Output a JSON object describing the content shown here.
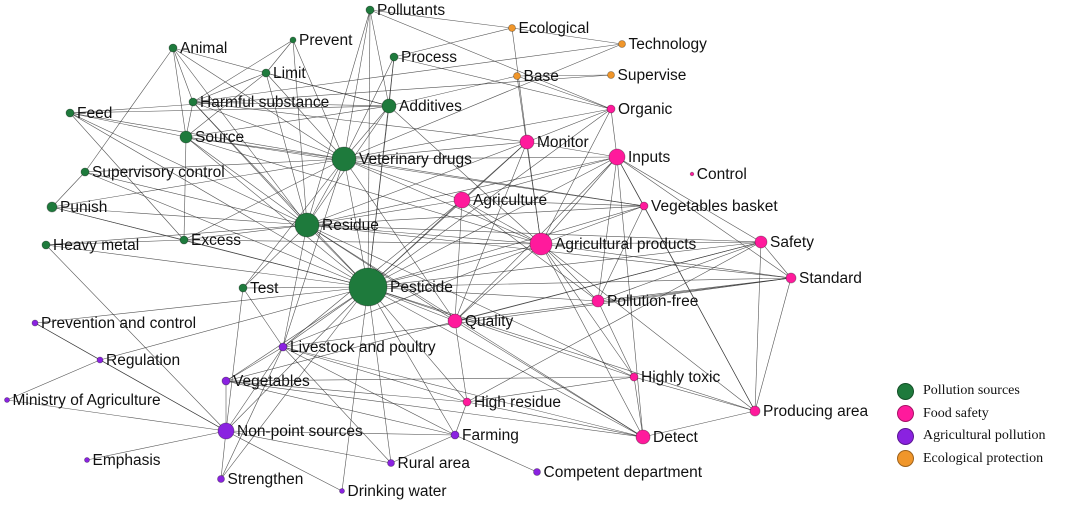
{
  "legend": [
    {
      "label": "Pollution sources",
      "color": "#1e7a3c"
    },
    {
      "label": "Food safety",
      "color": "#ff1a9c"
    },
    {
      "label": "Agricultural pollution",
      "color": "#8a22e0"
    },
    {
      "label": "Ecological protection",
      "color": "#f0962a"
    }
  ],
  "nodes": [
    {
      "id": "pollutants",
      "label": "Pollutants",
      "group": 0
    },
    {
      "id": "prevent",
      "label": "Prevent",
      "group": 0
    },
    {
      "id": "animal",
      "label": "Animal",
      "group": 0
    },
    {
      "id": "limit",
      "label": "Limit",
      "group": 0
    },
    {
      "id": "process",
      "label": "Process",
      "group": 0
    },
    {
      "id": "harmful",
      "label": "Harmful substance",
      "group": 0
    },
    {
      "id": "additives",
      "label": "Additives",
      "group": 0
    },
    {
      "id": "feed",
      "label": "Feed",
      "group": 0
    },
    {
      "id": "source",
      "label": "Source",
      "group": 0
    },
    {
      "id": "vetdrugs",
      "label": "Veterinary drugs",
      "group": 0
    },
    {
      "id": "supervisory",
      "label": "Supervisory control",
      "group": 0
    },
    {
      "id": "punish",
      "label": "Punish",
      "group": 0
    },
    {
      "id": "residue",
      "label": "Residue",
      "group": 0
    },
    {
      "id": "heavymetal",
      "label": "Heavy metal",
      "group": 0
    },
    {
      "id": "excess",
      "label": "Excess",
      "group": 0
    },
    {
      "id": "pesticide",
      "label": "Pesticide",
      "group": 0
    },
    {
      "id": "test",
      "label": "Test",
      "group": 0
    },
    {
      "id": "monitor",
      "label": "Monitor",
      "group": 1
    },
    {
      "id": "inputs",
      "label": "Inputs",
      "group": 1
    },
    {
      "id": "organic",
      "label": "Organic",
      "group": 1
    },
    {
      "id": "control",
      "label": "Control",
      "group": 1
    },
    {
      "id": "agriculture",
      "label": "Agriculture",
      "group": 1
    },
    {
      "id": "vegbasket",
      "label": "Vegetables basket",
      "group": 1
    },
    {
      "id": "agproducts",
      "label": "Agricultural products",
      "group": 1
    },
    {
      "id": "safety",
      "label": "Safety",
      "group": 1
    },
    {
      "id": "standard",
      "label": "Standard",
      "group": 1
    },
    {
      "id": "pollutionfree",
      "label": "Pollution-free",
      "group": 1
    },
    {
      "id": "quality",
      "label": "Quality",
      "group": 1
    },
    {
      "id": "highlytoxic",
      "label": "Highly toxic",
      "group": 1
    },
    {
      "id": "highresidue",
      "label": "High residue",
      "group": 1
    },
    {
      "id": "producing",
      "label": "Producing area",
      "group": 1
    },
    {
      "id": "detect",
      "label": "Detect",
      "group": 1
    },
    {
      "id": "prevctrl",
      "label": "Prevention and control",
      "group": 2
    },
    {
      "id": "regulation",
      "label": "Regulation",
      "group": 2
    },
    {
      "id": "livestock",
      "label": "Livestock and poultry",
      "group": 2
    },
    {
      "id": "vegetables",
      "label": "Vegetables",
      "group": 2
    },
    {
      "id": "ministry",
      "label": "Ministry of Agriculture",
      "group": 2
    },
    {
      "id": "nonpoint",
      "label": "Non-point sources",
      "group": 2
    },
    {
      "id": "farming",
      "label": "Farming",
      "group": 2
    },
    {
      "id": "emphasis",
      "label": "Emphasis",
      "group": 2
    },
    {
      "id": "ruralarea",
      "label": "Rural area",
      "group": 2
    },
    {
      "id": "competent",
      "label": "Competent department",
      "group": 2
    },
    {
      "id": "strengthen",
      "label": "Strengthen",
      "group": 2
    },
    {
      "id": "drinkingwater",
      "label": "Drinking water",
      "group": 2
    },
    {
      "id": "ecological",
      "label": "Ecological",
      "group": 3
    },
    {
      "id": "technology",
      "label": "Technology",
      "group": 3
    },
    {
      "id": "base",
      "label": "Base",
      "group": 3
    },
    {
      "id": "supervise",
      "label": "Supervise",
      "group": 3
    }
  ],
  "edges": [
    [
      "pesticide",
      "residue"
    ],
    [
      "pesticide",
      "vetdrugs"
    ],
    [
      "pesticide",
      "agproducts"
    ],
    [
      "pesticide",
      "agriculture"
    ],
    [
      "pesticide",
      "quality"
    ],
    [
      "pesticide",
      "monitor"
    ],
    [
      "pesticide",
      "inputs"
    ],
    [
      "pesticide",
      "additives"
    ],
    [
      "pesticide",
      "source"
    ],
    [
      "pesticide",
      "excess"
    ],
    [
      "pesticide",
      "test"
    ],
    [
      "pesticide",
      "harmful"
    ],
    [
      "pesticide",
      "livestock"
    ],
    [
      "pesticide",
      "vegetables"
    ],
    [
      "pesticide",
      "nonpoint"
    ],
    [
      "pesticide",
      "farming"
    ],
    [
      "pesticide",
      "highresidue"
    ],
    [
      "pesticide",
      "detect"
    ],
    [
      "pesticide",
      "highlytoxic"
    ],
    [
      "pesticide",
      "pollutionfree"
    ],
    [
      "pesticide",
      "safety"
    ],
    [
      "pesticide",
      "standard"
    ],
    [
      "pesticide",
      "producing"
    ],
    [
      "pesticide",
      "heavymetal"
    ],
    [
      "pesticide",
      "punish"
    ],
    [
      "pesticide",
      "feed"
    ],
    [
      "pesticide",
      "prevctrl"
    ],
    [
      "pesticide",
      "regulation"
    ],
    [
      "pesticide",
      "ruralarea"
    ],
    [
      "pesticide",
      "drinkingwater"
    ],
    [
      "pesticide",
      "strengthen"
    ],
    [
      "pesticide",
      "vegbasket"
    ],
    [
      "pesticide",
      "pollutants"
    ],
    [
      "pesticide",
      "process"
    ],
    [
      "pesticide",
      "organic"
    ],
    [
      "pesticide",
      "supervisory"
    ],
    [
      "residue",
      "vetdrugs"
    ],
    [
      "residue",
      "agproducts"
    ],
    [
      "residue",
      "agriculture"
    ],
    [
      "residue",
      "monitor"
    ],
    [
      "residue",
      "inputs"
    ],
    [
      "residue",
      "source"
    ],
    [
      "residue",
      "feed"
    ],
    [
      "residue",
      "excess"
    ],
    [
      "residue",
      "additives"
    ],
    [
      "residue",
      "harmful"
    ],
    [
      "residue",
      "heavymetal"
    ],
    [
      "residue",
      "punish"
    ],
    [
      "residue",
      "supervisory"
    ],
    [
      "residue",
      "test"
    ],
    [
      "residue",
      "quality"
    ],
    [
      "residue",
      "safety"
    ],
    [
      "residue",
      "standard"
    ],
    [
      "residue",
      "detect"
    ],
    [
      "residue",
      "livestock"
    ],
    [
      "residue",
      "prevent"
    ],
    [
      "residue",
      "limit"
    ],
    [
      "residue",
      "animal"
    ],
    [
      "residue",
      "pollutants"
    ],
    [
      "residue",
      "vegbasket"
    ],
    [
      "residue",
      "highlytoxic"
    ],
    [
      "vetdrugs",
      "additives"
    ],
    [
      "vetdrugs",
      "feed"
    ],
    [
      "vetdrugs",
      "source"
    ],
    [
      "vetdrugs",
      "supervisory"
    ],
    [
      "vetdrugs",
      "harmful"
    ],
    [
      "vetdrugs",
      "animal"
    ],
    [
      "vetdrugs",
      "prevent"
    ],
    [
      "vetdrugs",
      "limit"
    ],
    [
      "vetdrugs",
      "process"
    ],
    [
      "vetdrugs",
      "pollutants"
    ],
    [
      "vetdrugs",
      "monitor"
    ],
    [
      "vetdrugs",
      "inputs"
    ],
    [
      "vetdrugs",
      "agproducts"
    ],
    [
      "vetdrugs",
      "agriculture"
    ],
    [
      "vetdrugs",
      "punish"
    ],
    [
      "vetdrugs",
      "excess"
    ],
    [
      "vetdrugs",
      "livestock"
    ],
    [
      "vetdrugs",
      "test"
    ],
    [
      "vetdrugs",
      "organic"
    ],
    [
      "vetdrugs",
      "technology"
    ],
    [
      "vetdrugs",
      "vegbasket"
    ],
    [
      "vetdrugs",
      "quality"
    ],
    [
      "additives",
      "harmful"
    ],
    [
      "additives",
      "feed"
    ],
    [
      "additives",
      "source"
    ],
    [
      "additives",
      "pollutants"
    ],
    [
      "additives",
      "process"
    ],
    [
      "additives",
      "agproducts"
    ],
    [
      "additives",
      "limit"
    ],
    [
      "additives",
      "animal"
    ],
    [
      "agproducts",
      "inputs"
    ],
    [
      "agproducts",
      "monitor"
    ],
    [
      "agproducts",
      "agriculture"
    ],
    [
      "agproducts",
      "safety"
    ],
    [
      "agproducts",
      "standard"
    ],
    [
      "agproducts",
      "quality"
    ],
    [
      "agproducts",
      "pollutionfree"
    ],
    [
      "agproducts",
      "vegbasket"
    ],
    [
      "agproducts",
      "detect"
    ],
    [
      "agproducts",
      "highlytoxic"
    ],
    [
      "agproducts",
      "producing"
    ],
    [
      "agproducts",
      "organic"
    ],
    [
      "agproducts",
      "base"
    ],
    [
      "agproducts",
      "livestock"
    ],
    [
      "agproducts",
      "source"
    ],
    [
      "agproducts",
      "excess"
    ],
    [
      "inputs",
      "agriculture"
    ],
    [
      "inputs",
      "vegbasket"
    ],
    [
      "inputs",
      "safety"
    ],
    [
      "inputs",
      "standard"
    ],
    [
      "inputs",
      "monitor"
    ],
    [
      "inputs",
      "quality"
    ],
    [
      "inputs",
      "pollutionfree"
    ],
    [
      "inputs",
      "organic"
    ],
    [
      "inputs",
      "detect"
    ],
    [
      "inputs",
      "producing"
    ],
    [
      "monitor",
      "agriculture"
    ],
    [
      "monitor",
      "organic"
    ],
    [
      "monitor",
      "quality"
    ],
    [
      "monitor",
      "ecological"
    ],
    [
      "monitor",
      "harmful"
    ],
    [
      "agriculture",
      "quality"
    ],
    [
      "agriculture",
      "vegbasket"
    ],
    [
      "agriculture",
      "livestock"
    ],
    [
      "agriculture",
      "pollutionfree"
    ],
    [
      "quality",
      "safety"
    ],
    [
      "quality",
      "detect"
    ],
    [
      "quality",
      "highresidue"
    ],
    [
      "quality",
      "standard"
    ],
    [
      "pollutionfree",
      "safety"
    ],
    [
      "pollutionfree",
      "standard"
    ],
    [
      "pollutionfree",
      "highlytoxic"
    ],
    [
      "pollutionfree",
      "vegbasket"
    ],
    [
      "safety",
      "standard"
    ],
    [
      "safety",
      "producing"
    ],
    [
      "safety",
      "vegetables"
    ],
    [
      "safety",
      "highresidue"
    ],
    [
      "standard",
      "producing"
    ],
    [
      "standard",
      "livestock"
    ],
    [
      "detect",
      "highlytoxic"
    ],
    [
      "detect",
      "highresidue"
    ],
    [
      "detect",
      "producing"
    ],
    [
      "detect",
      "vegetables"
    ],
    [
      "detect",
      "livestock"
    ],
    [
      "highlytoxic",
      "highresidue"
    ],
    [
      "highlytoxic",
      "vegetables"
    ],
    [
      "highlytoxic",
      "producing"
    ],
    [
      "nonpoint",
      "regulation"
    ],
    [
      "nonpoint",
      "prevctrl"
    ],
    [
      "nonpoint",
      "ministry"
    ],
    [
      "nonpoint",
      "emphasis"
    ],
    [
      "nonpoint",
      "strengthen"
    ],
    [
      "nonpoint",
      "ruralarea"
    ],
    [
      "nonpoint",
      "farming"
    ],
    [
      "nonpoint",
      "livestock"
    ],
    [
      "nonpoint",
      "vegetables"
    ],
    [
      "nonpoint",
      "drinkingwater"
    ],
    [
      "farming",
      "livestock"
    ],
    [
      "farming",
      "competent"
    ],
    [
      "farming",
      "ruralarea"
    ],
    [
      "farming",
      "highresidue"
    ],
    [
      "livestock",
      "vegetables"
    ],
    [
      "livestock",
      "strengthen"
    ],
    [
      "livestock",
      "highresidue"
    ],
    [
      "livestock",
      "ruralarea"
    ],
    [
      "vegetables",
      "farming"
    ],
    [
      "vegetables",
      "highresidue"
    ],
    [
      "regulation",
      "prevctrl"
    ],
    [
      "regulation",
      "ministry"
    ],
    [
      "test",
      "nonpoint"
    ],
    [
      "test",
      "livestock"
    ],
    [
      "ecological",
      "technology"
    ],
    [
      "ecological",
      "process"
    ],
    [
      "ecological",
      "pollutants"
    ],
    [
      "technology",
      "harmful"
    ],
    [
      "base",
      "supervise"
    ],
    [
      "base",
      "additives"
    ],
    [
      "supervise",
      "feed"
    ],
    [
      "organic",
      "process"
    ],
    [
      "organic",
      "pollutants"
    ],
    [
      "organic",
      "base"
    ],
    [
      "vegbasket",
      "producing"
    ],
    [
      "vegbasket",
      "source"
    ],
    [
      "source",
      "animal"
    ],
    [
      "source",
      "feed"
    ],
    [
      "source",
      "harmful"
    ],
    [
      "source",
      "limit"
    ],
    [
      "source",
      "excess"
    ],
    [
      "harmful",
      "limit"
    ],
    [
      "harmful",
      "prevent"
    ],
    [
      "harmful",
      "animal"
    ],
    [
      "limit",
      "prevent"
    ],
    [
      "animal",
      "supervisory"
    ],
    [
      "feed",
      "excess"
    ],
    [
      "punish",
      "excess"
    ],
    [
      "heavymetal",
      "excess"
    ],
    [
      "heavymetal",
      "nonpoint"
    ],
    [
      "punish",
      "supervisory"
    ]
  ]
}
